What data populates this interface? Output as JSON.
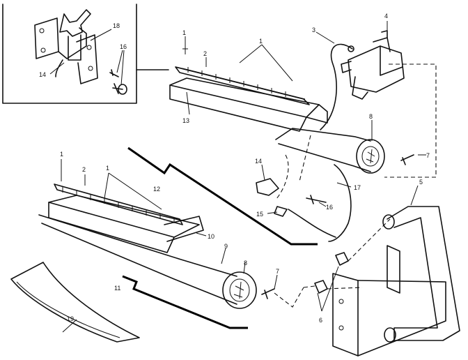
{
  "diagram": {
    "callouts": {
      "upper_1": "1",
      "upper_1b": "1",
      "upper_2": "2",
      "upper_3": "3",
      "upper_4": "4",
      "upper_5": "5",
      "upper_7": "7",
      "upper_8": "8",
      "upper_12": "12",
      "upper_13": "13",
      "upper_14": "14",
      "upper_15": "15",
      "upper_16": "16",
      "upper_17": "17",
      "inset_14": "14",
      "inset_16": "16",
      "inset_18": "18",
      "lower_1": "1",
      "lower_1b": "1",
      "lower_2": "2",
      "lower_6": "6",
      "lower_7": "7",
      "lower_8": "8",
      "lower_9": "9",
      "lower_10": "10",
      "lower_11": "11",
      "lower_19": "19"
    }
  }
}
